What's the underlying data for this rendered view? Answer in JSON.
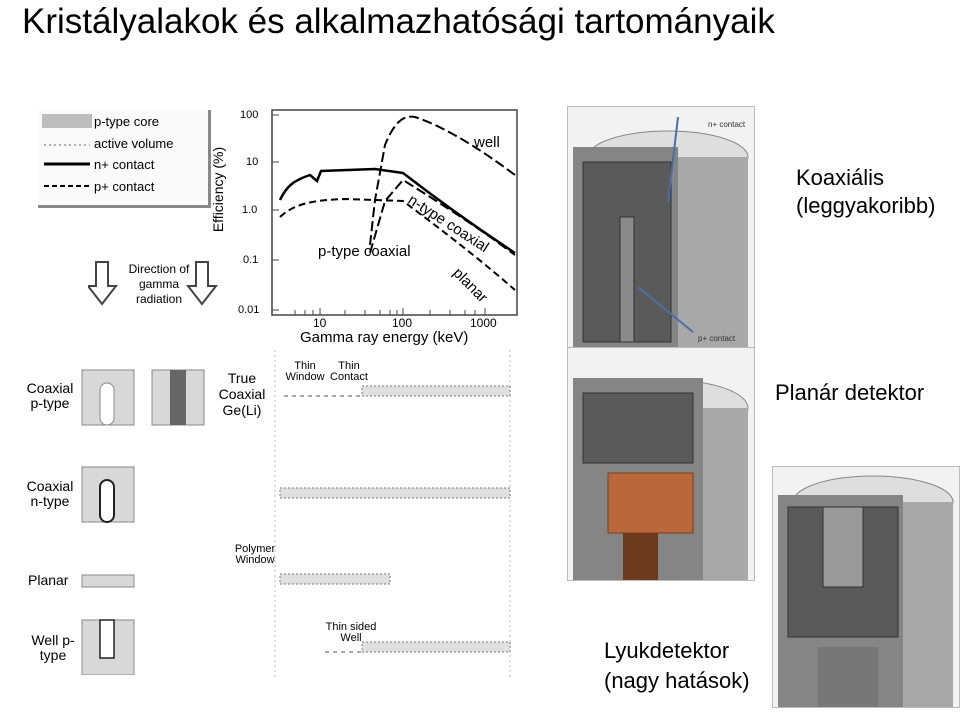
{
  "slide": {
    "title": "Kristályalakok és alkalmazhatósági tartományaik"
  },
  "legend": {
    "items": [
      "p-type core",
      "active volume",
      "n+ contact",
      "p+ contact"
    ]
  },
  "arrow_note": "Direction of gamma radiation",
  "chart": {
    "ylabel": "Efficiency (%)",
    "xlabel": "Gamma ray energy (keV)",
    "y_ticks": [
      "100",
      "10",
      "1.0",
      "0.1",
      "0.01"
    ],
    "x_ticks": [
      "10",
      "100",
      "1000"
    ],
    "curve_labels": [
      "well",
      "n-type coaxial",
      "p-type coaxial",
      "planar"
    ]
  },
  "crystals": {
    "coaxial_p": "Coaxial p-type",
    "true_coaxial": "True Coaxial Ge(Li)",
    "coaxial_n": "Coaxial n-type",
    "planar": "Planar",
    "well": "Well p-type"
  },
  "window_notes": {
    "thin_window": "Thin Window",
    "thin_contact": "Thin Contact",
    "polymer_window": "Polymer Window",
    "thin_sided_well": "Thin sided Well"
  },
  "detector_images": {
    "n_contact": "n+ contact",
    "p_contact": "p+ contact"
  },
  "captions": {
    "coaxial": [
      "Koaxiális",
      "(leggyakoribb)"
    ],
    "planar": "Planár detektor",
    "well": [
      "Lyukdetektor",
      "(nagy hatások)"
    ]
  },
  "colors": {
    "metal": "#9a9a9a",
    "crystal": "#5a5a5a",
    "copper": "#b8683a",
    "cap_top": "#dedede"
  }
}
